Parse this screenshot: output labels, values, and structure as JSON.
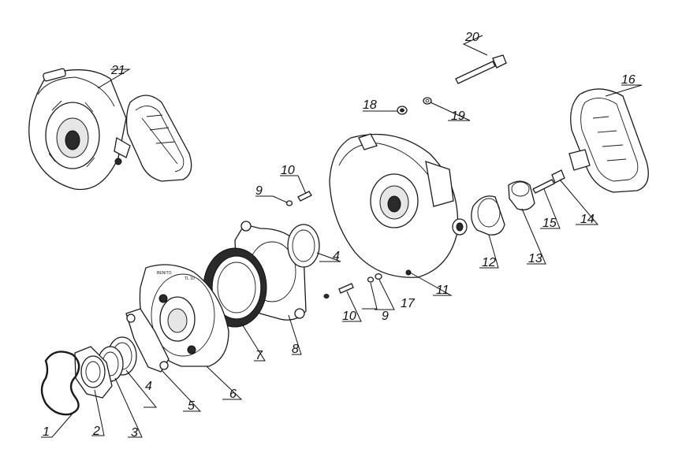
{
  "plate_text": {
    "brand": "BENITO",
    "code": "TL 10"
  },
  "callouts": [
    {
      "id": "c1",
      "label": "1"
    },
    {
      "id": "c2",
      "label": "2"
    },
    {
      "id": "c3",
      "label": "3"
    },
    {
      "id": "c4a",
      "label": "4"
    },
    {
      "id": "c4b",
      "label": "4"
    },
    {
      "id": "c5",
      "label": "5"
    },
    {
      "id": "c6",
      "label": "6"
    },
    {
      "id": "c7",
      "label": "7"
    },
    {
      "id": "c8",
      "label": "8"
    },
    {
      "id": "c9a",
      "label": "9"
    },
    {
      "id": "c9b",
      "label": "9"
    },
    {
      "id": "c10a",
      "label": "10"
    },
    {
      "id": "c10b",
      "label": "10"
    },
    {
      "id": "c11",
      "label": "11"
    },
    {
      "id": "c12",
      "label": "12"
    },
    {
      "id": "c13",
      "label": "13"
    },
    {
      "id": "c14",
      "label": "14"
    },
    {
      "id": "c15",
      "label": "15"
    },
    {
      "id": "c16",
      "label": "16"
    },
    {
      "id": "c17",
      "label": "17"
    },
    {
      "id": "c18",
      "label": "18"
    },
    {
      "id": "c19",
      "label": "19"
    },
    {
      "id": "c20",
      "label": "20"
    },
    {
      "id": "c21",
      "label": "21"
    }
  ]
}
